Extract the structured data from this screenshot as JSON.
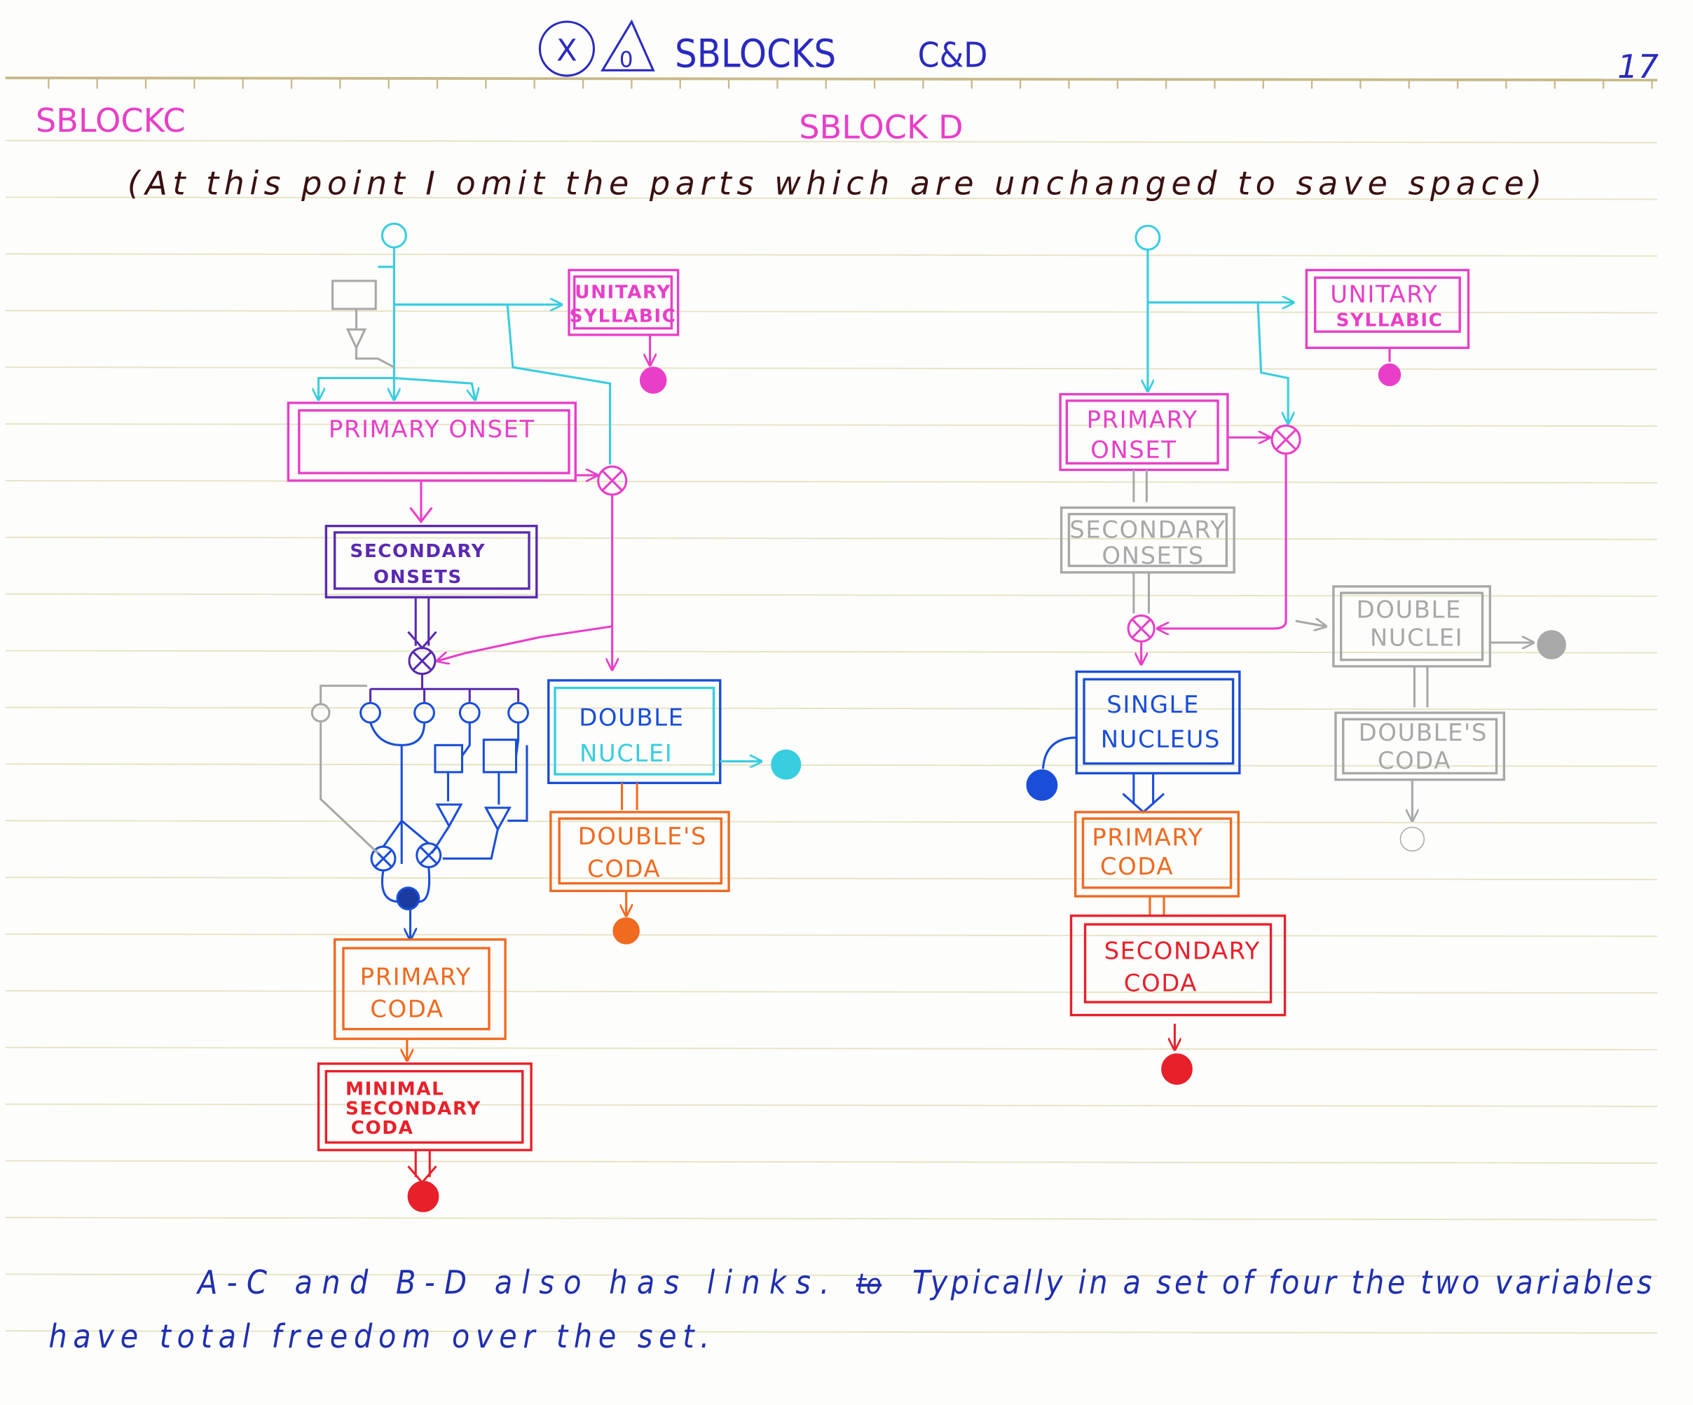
{
  "header": {
    "title": "SBLOCKS",
    "title_suffix": "C&D",
    "page_number": "17",
    "symbol_circle": "X",
    "symbol_triangle": "0"
  },
  "section_c": {
    "title": "SBLOCKC"
  },
  "section_d": {
    "title": "SBLOCK D"
  },
  "note": "(At this point I omit the parts which are unchanged to save space)",
  "diagram_c": {
    "unitary_syllabic": [
      "UNITARY",
      "SYLLABIC"
    ],
    "primary_onset": "PRIMARY ONSET",
    "secondary_onsets": [
      "SECONDARY",
      "ONSETS"
    ],
    "double_nuclei": [
      "DOUBLE",
      "NUCLEI"
    ],
    "doubles_coda": [
      "DOUBLE'S",
      "CODA"
    ],
    "primary_coda": [
      "PRIMARY",
      "CODA"
    ],
    "minimal_secondary_coda": [
      "MINIMAL",
      "SECONDARY",
      "CODA"
    ]
  },
  "diagram_d": {
    "unitary_syllabic": [
      "UNITARY",
      "SYLLABIC"
    ],
    "primary_onset": [
      "PRIMARY",
      "ONSET"
    ],
    "secondary_onsets": [
      "SECONDARY",
      "ONSETS"
    ],
    "double_nuclei": [
      "DOUBLE",
      "NUCLEI"
    ],
    "doubles_coda": [
      "DOUBLE'S",
      "CODA"
    ],
    "single_nucleus": [
      "SINGLE",
      "NUCLEUS"
    ],
    "primary_coda": [
      "PRIMARY",
      "CODA"
    ],
    "secondary_coda": [
      "SECONDARY",
      "CODA"
    ]
  },
  "footer": {
    "line1_a": "A-C and B-D also has links.",
    "line1_strike": "to",
    "line1_b": "Typically in a set of four the two variables",
    "line2": "have total freedom over the set."
  },
  "colors": {
    "pink": "#e83ec8",
    "cyan": "#38cde0",
    "purple": "#5a2ab0",
    "blue": "#1a4ed8",
    "orange": "#f06a20",
    "red": "#e8202a",
    "gray": "#a8a8a8",
    "ink": "#3a1010",
    "title": "#2a2ac0"
  }
}
